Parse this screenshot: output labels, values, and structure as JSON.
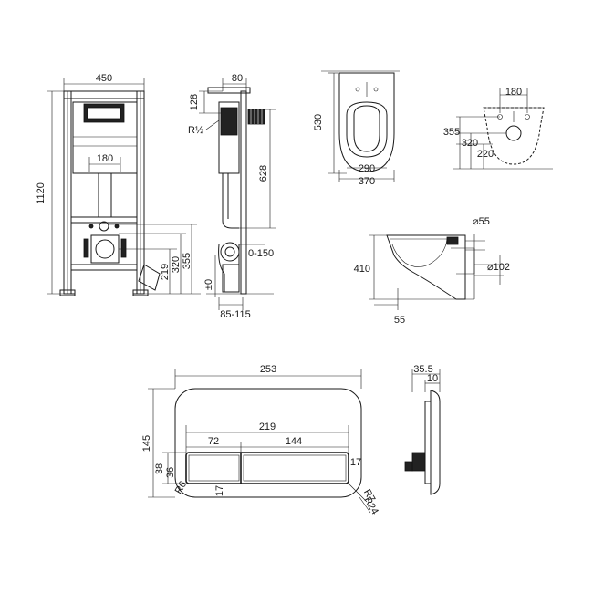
{
  "frame_front": {
    "width": "450",
    "height": "1120",
    "flush_width": "180",
    "pipe_heights": [
      "219",
      "320",
      "355"
    ]
  },
  "frame_side": {
    "depth": "80",
    "top_offset": "128",
    "thread": "R½",
    "valve_drop": "628",
    "adjust_range": "0-150",
    "zero_mark": "±0",
    "bottom_range": "85-115"
  },
  "bowl_top": {
    "length": "530",
    "inner_width": "290",
    "outer_width": "370"
  },
  "bowl_rear": {
    "bolt_spacing": "180",
    "h1": "355",
    "h2": "320",
    "h3": "220"
  },
  "bowl_side": {
    "height": "410",
    "inlet_diameter": "⌀55",
    "outlet_diameter": "⌀102",
    "base_offset": "55"
  },
  "plate_front": {
    "width": "253",
    "height": "145",
    "button_span": "219",
    "left_button": "72",
    "right_button": "144",
    "h38": "38",
    "h36": "36",
    "r6": "R6",
    "h17_left": "17",
    "h17_right": "17",
    "r7": "R7",
    "r24": "R24"
  },
  "plate_side": {
    "depth": "35.5",
    "thickness": "10"
  },
  "colors": {
    "ink": "#1a1a1a",
    "paper": "#ffffff"
  }
}
